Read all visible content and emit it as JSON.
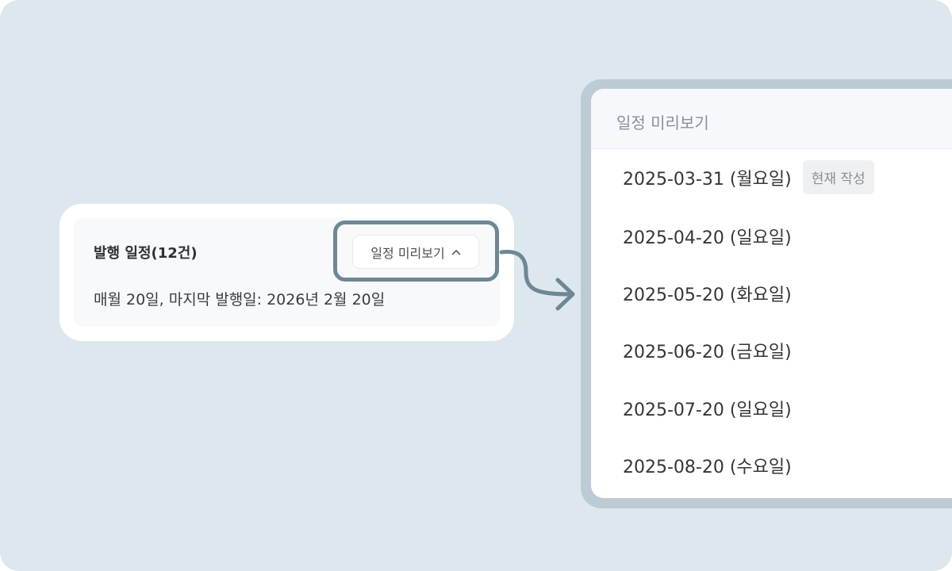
{
  "summary": {
    "title": "발행 일정(12건)",
    "description": "매월 20일, 마지막 발행일: 2026년 2월 20일",
    "preview_button": "일정 미리보기",
    "preview_button_icon": "chevron-up-icon"
  },
  "preview": {
    "title": "일정 미리보기",
    "rows": [
      {
        "date": "2025-03-31 (월요일)",
        "badge": "현재 작성"
      },
      {
        "date": "2025-04-20 (일요일)"
      },
      {
        "date": "2025-05-20 (화요일)"
      },
      {
        "date": "2025-06-20 (금요일)"
      },
      {
        "date": "2025-07-20 (일요일)"
      },
      {
        "date": "2025-08-20 (수요일)"
      }
    ]
  },
  "colors": {
    "background": "#dde7ee",
    "highlight": "#6e8793",
    "panel_frame": "#bccbd4"
  }
}
